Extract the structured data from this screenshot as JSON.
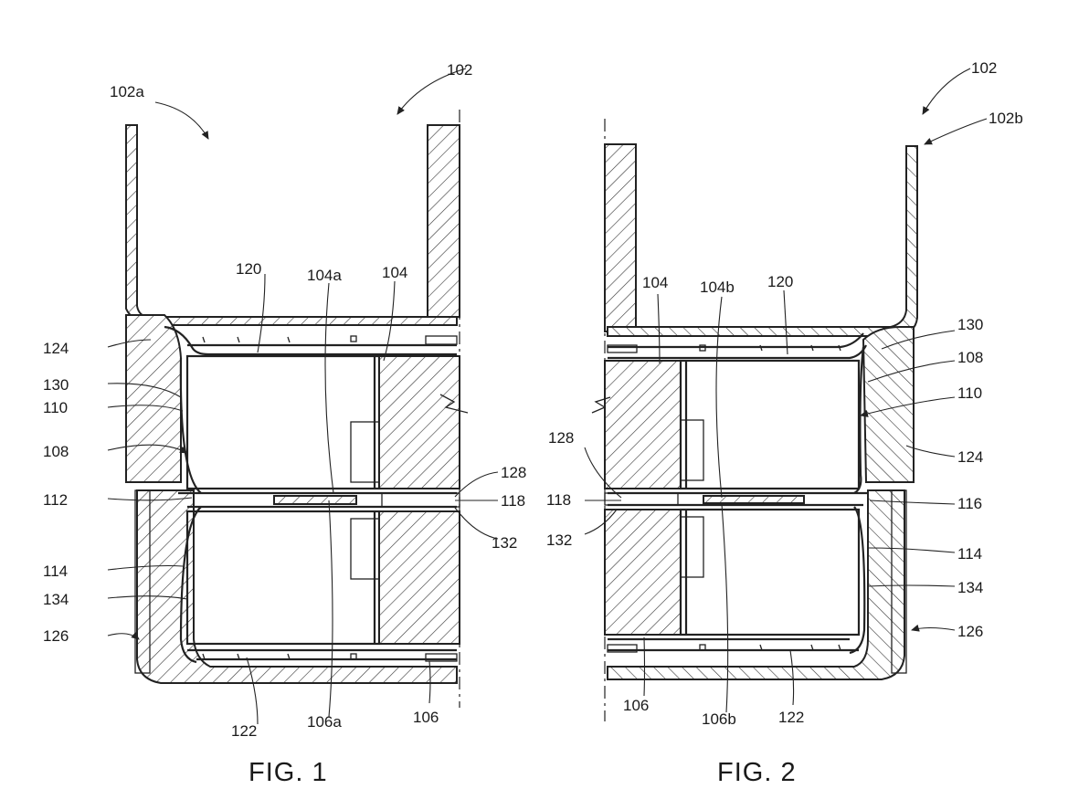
{
  "figures": [
    {
      "id": "fig1",
      "caption": "FIG. 1",
      "labels": {
        "l102": "102",
        "l102a": "102a",
        "l120": "120",
        "l104a": "104a",
        "l104": "104",
        "l124": "124",
        "l130": "130",
        "l110": "110",
        "l108": "108",
        "l112": "112",
        "l128": "128",
        "l118": "118",
        "l132": "132",
        "l114": "114",
        "l134": "134",
        "l126": "126",
        "l122": "122",
        "l106a": "106a",
        "l106": "106"
      }
    },
    {
      "id": "fig2",
      "caption": "FIG. 2",
      "labels": {
        "l102": "102",
        "l102b": "102b",
        "l104": "104",
        "l104b": "104b",
        "l120": "120",
        "l130": "130",
        "l108": "108",
        "l110": "110",
        "l124": "124",
        "l128": "128",
        "l118": "118",
        "l116": "116",
        "l132": "132",
        "l114": "114",
        "l134": "134",
        "l126": "126",
        "l106": "106",
        "l106b": "106b",
        "l122": "122"
      }
    }
  ]
}
